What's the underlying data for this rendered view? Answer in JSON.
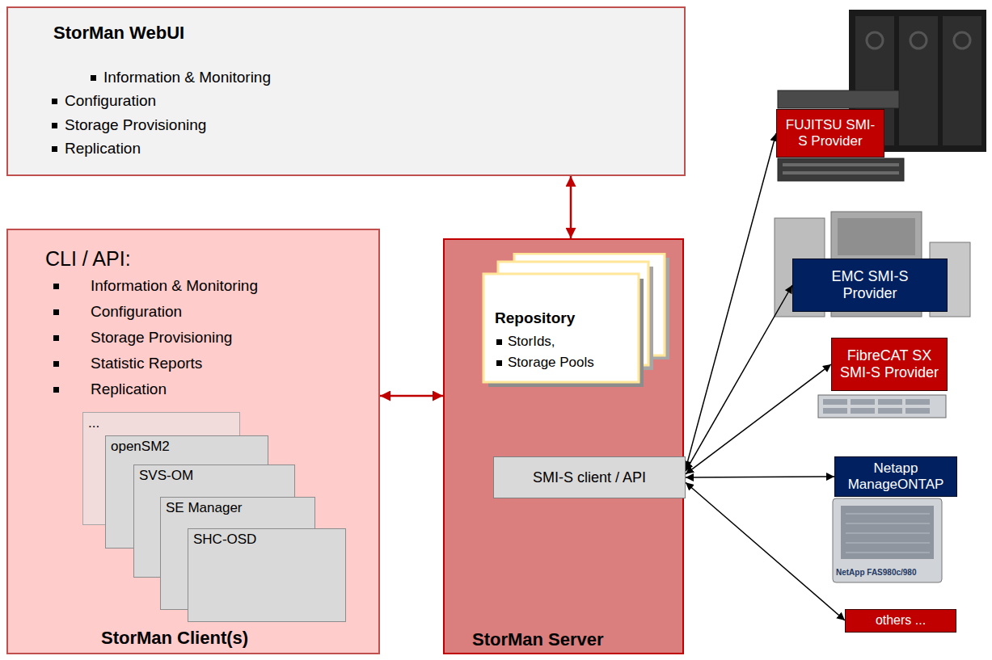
{
  "diagram": {
    "nodes": [
      {
        "text": [
          "StorMan WebUI",
          "Information & Monitoring",
          "Configuration",
          "Storage Provisioning",
          "Replication"
        ]
      },
      {
        "text": [
          "CLI / API:",
          "Information & Monitoring",
          "Configuration",
          "Storage Provisioning",
          "Statistic Reports",
          "Replication",
          "StorMan Client(s)"
        ]
      },
      {
        "text": [
          "..."
        ],
        "in": 1
      },
      {
        "text": [
          "openSM2"
        ],
        "in": 1
      },
      {
        "text": [
          "SVS-OM"
        ],
        "in": 1
      },
      {
        "text": [
          "SE Manager"
        ],
        "in": 1
      },
      {
        "text": [
          "SHC-OSD"
        ],
        "in": 1
      },
      {
        "text": [
          "StorMan Server"
        ]
      },
      {
        "text": [
          "Repository",
          "StorIds,",
          "Storage Pools"
        ],
        "in": 7
      },
      {
        "text": [
          "SMI-S client / API"
        ],
        "in": 7
      },
      {
        "text": [
          "FUJITSU SMI-S Provider"
        ]
      },
      {
        "text": [
          "EMC SMI-S Provider"
        ]
      },
      {
        "text": [
          "FibreCAT SX SMI-S Provider"
        ]
      },
      {
        "text": [
          "Netapp ManageONTAP"
        ]
      },
      {
        "text": [
          "others ..."
        ]
      }
    ],
    "edges": [
      {
        "from": 0,
        "to": 7,
        "arrow": "both"
      },
      {
        "from": 1,
        "to": 7,
        "arrow": "both"
      },
      {
        "from": 9,
        "to": 10,
        "arrow": "both"
      },
      {
        "from": 9,
        "to": 11,
        "arrow": "both"
      },
      {
        "from": 9,
        "to": 12,
        "arrow": "both"
      },
      {
        "from": 9,
        "to": 13,
        "arrow": "both"
      },
      {
        "from": 9,
        "to": 14,
        "arrow": "both"
      }
    ],
    "labels": [
      "NetApp FAS980c/980"
    ]
  }
}
